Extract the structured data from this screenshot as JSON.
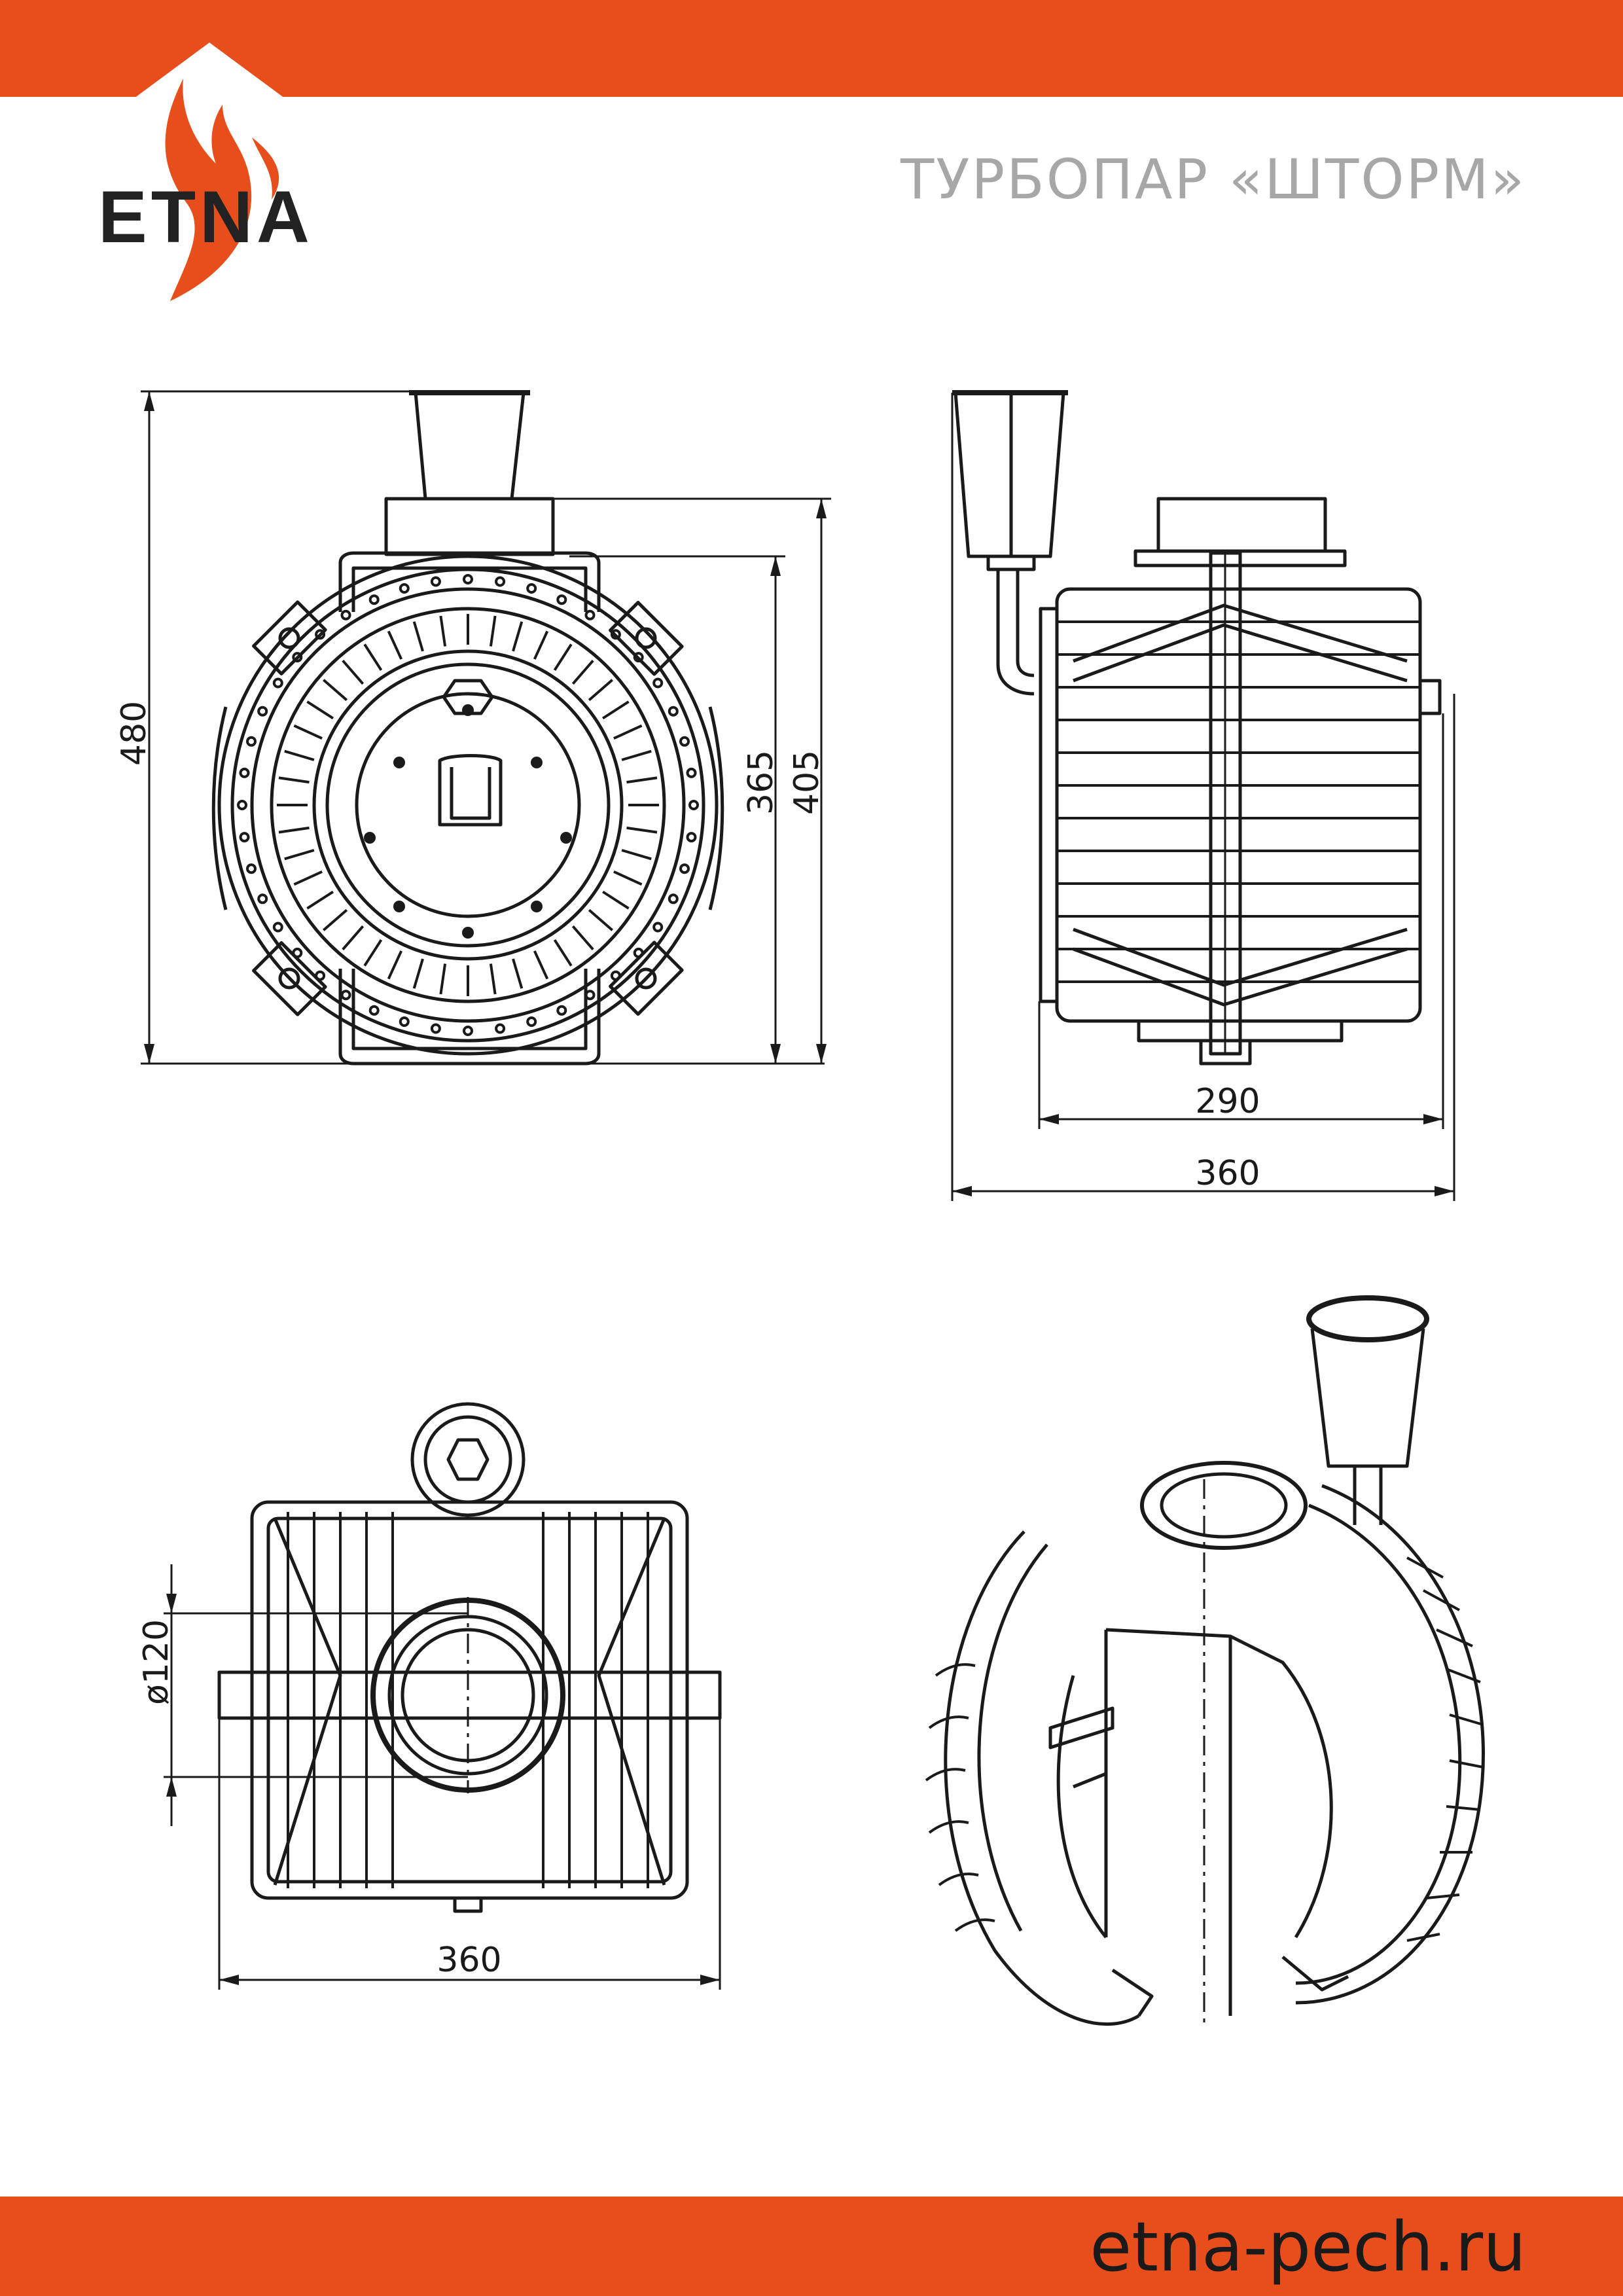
{
  "header": {
    "title": "ТУРБОПАР «ШТОРМ»",
    "brand": "ETNA",
    "brand_color": "#e84e1b",
    "logo_icon": "flame-house-logo"
  },
  "footer": {
    "website": "etna-pech.ru"
  },
  "dimensions": {
    "front_height_total": "480",
    "front_height_body": "365",
    "front_height_full": "405",
    "side_width_body": "290",
    "side_width_total": "360",
    "top_width_total": "360",
    "top_pipe_diameter": "ø120"
  }
}
